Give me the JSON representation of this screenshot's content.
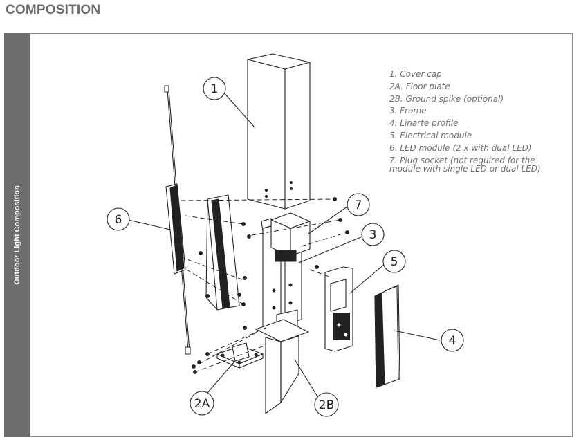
{
  "heading": "COMPOSITION",
  "side_label": "Outdoor Light Composition",
  "legend": [
    "1. Cover cap",
    "2A. Floor plate",
    "2B. Ground spike (optional)",
    "3. Frame",
    "4. Linarte profile",
    "5. Electrical module",
    "6. LED module (2 x with dual LED)",
    "7. Plug socket (not required for the module with single LED or dual LED)"
  ],
  "callouts": {
    "c1": "1",
    "c2a": "2A",
    "c2b": "2B",
    "c3": "3",
    "c4": "4",
    "c5": "5",
    "c6": "6",
    "c7": "7"
  }
}
